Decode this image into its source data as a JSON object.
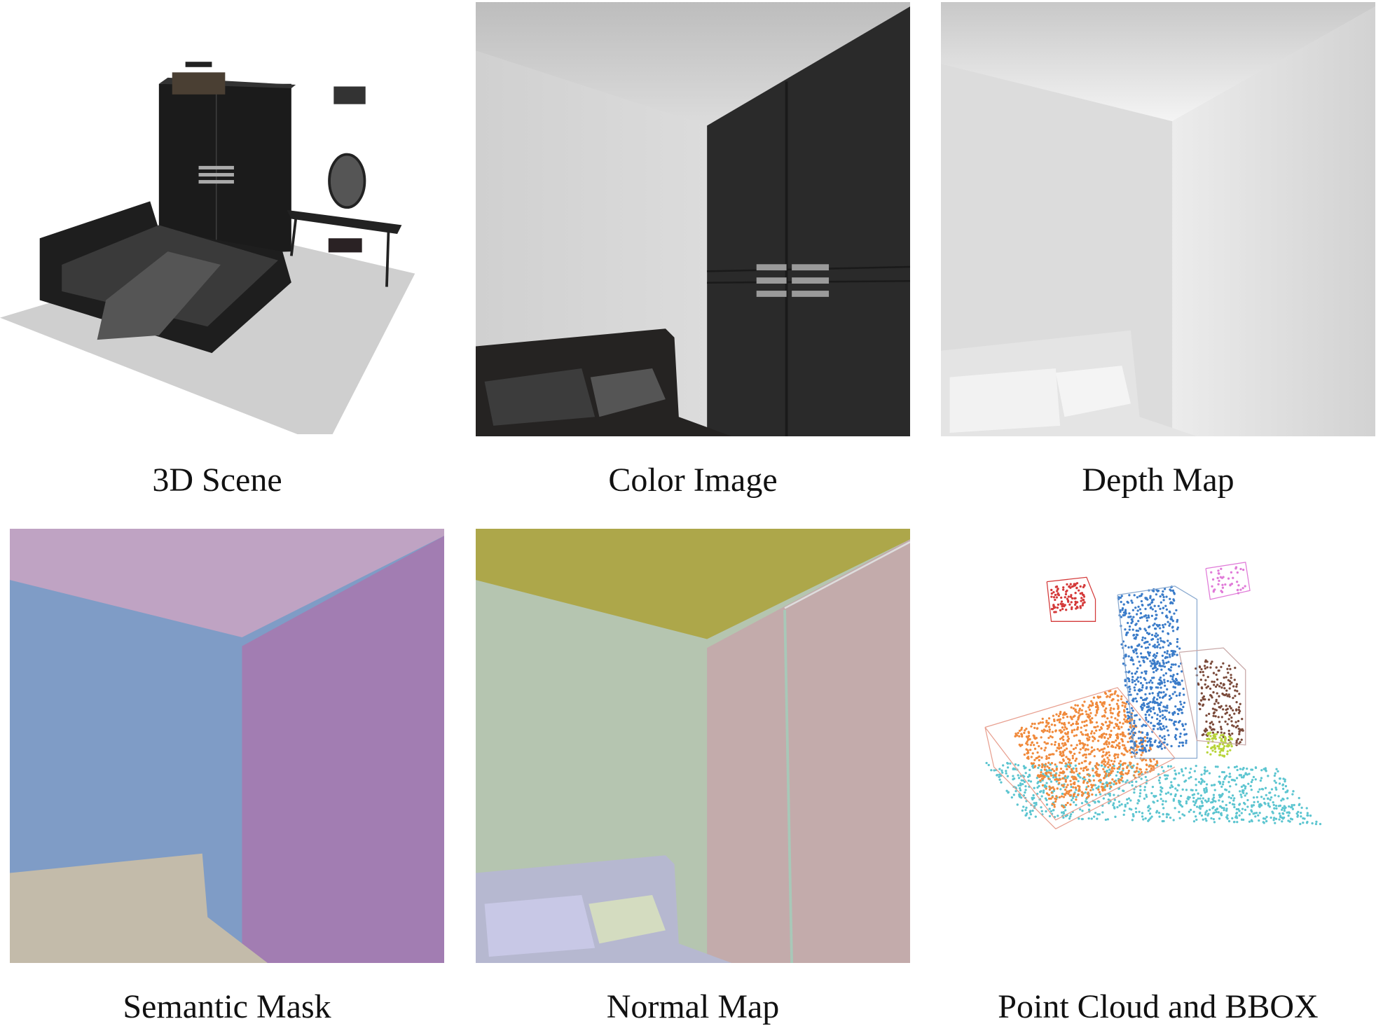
{
  "panels": [
    {
      "caption": "3D Scene"
    },
    {
      "caption": "Color Image"
    },
    {
      "caption": "Depth Map"
    },
    {
      "caption": "Semantic Mask"
    },
    {
      "caption": "Normal Map"
    },
    {
      "caption": "Point Cloud and BBOX"
    }
  ],
  "colors": {
    "semantic_ceiling": "#BFA3C3",
    "semantic_wall_left": "#7F9CC6",
    "semantic_wall_right": "#A27DB2",
    "semantic_bed": "#C3BBAA",
    "normal_ceiling": "#ADA74A",
    "normal_wall_left": "#B5C5B0",
    "normal_wall_right": "#C3ABAB",
    "pc_bed": "#F08A3C",
    "pc_wardrobe": "#3B7CC9",
    "pc_floor": "#5CC5D0",
    "pc_lamp1": "#D43A3A",
    "pc_lamp2": "#E07AD8",
    "pc_desk": "#7A4A3A",
    "pc_stool": "#B8D43A"
  }
}
